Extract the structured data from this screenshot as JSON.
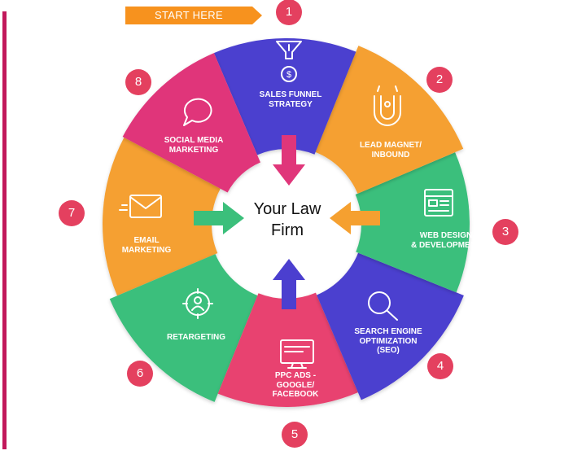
{
  "start_label": "START HERE",
  "center_title": "Your Law\nFirm",
  "colors": {
    "start_banner": "#f7921e",
    "badge": "#e4405f",
    "side_rule": "#c2185b"
  },
  "steps": [
    {
      "number": "1",
      "label": "SALES FUNNEL\nSTRATEGY",
      "icon": "funnel-icon",
      "color": "#e0367a"
    },
    {
      "number": "2",
      "label": "LEAD MAGNET/\nINBOUND",
      "icon": "magnet-icon",
      "color": "#4b3fcf"
    },
    {
      "number": "3",
      "label": "WEB DESIGN\n& DEVELOPMENT",
      "icon": "webpage-icon",
      "color": "#f5a030"
    },
    {
      "number": "4",
      "label": "SEARCH ENGINE\nOPTIMIZATION\n(SEO)",
      "icon": "search-icon",
      "color": "#3bbf7b"
    },
    {
      "number": "5",
      "label": "PPC ADS -\nGOOGLE/\nFACEBOOK",
      "icon": "monitor-icon",
      "color": "#4b3fcf"
    },
    {
      "number": "6",
      "label": "RETARGETING",
      "icon": "target-icon",
      "color": "#e8436f"
    },
    {
      "number": "7",
      "label": "EMAIL\nMARKETING",
      "icon": "envelope-icon",
      "color": "#3bbf7b"
    },
    {
      "number": "8",
      "label": "SOCIAL MEDIA\nMARKETING",
      "icon": "chat-bubble-icon",
      "color": "#f5a030"
    }
  ]
}
